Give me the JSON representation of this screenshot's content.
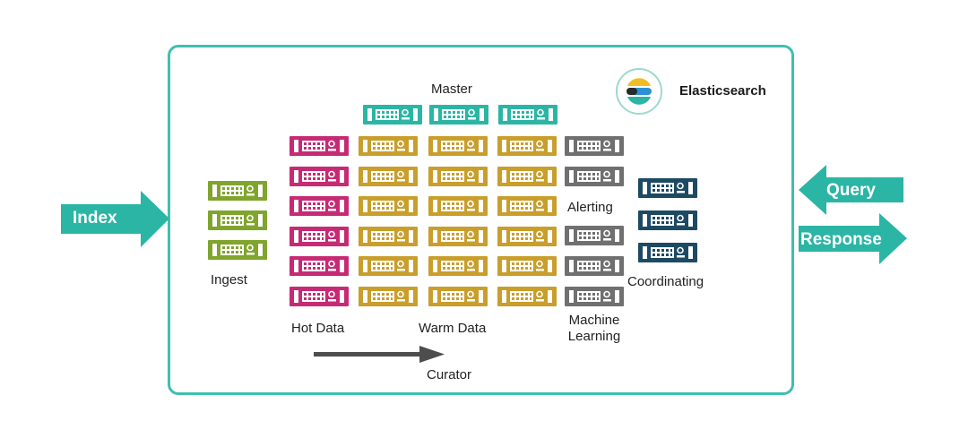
{
  "title": "Elasticsearch",
  "labels": {
    "master": "Master",
    "ingest": "Ingest",
    "hot_data": "Hot Data",
    "warm_data": "Warm Data",
    "curator": "Curator",
    "alerting": "Alerting",
    "machine_learning_line1": "Machine",
    "machine_learning_line2": "Learning",
    "coordinating": "Coordinating"
  },
  "arrows": {
    "index": "Index",
    "query": "Query",
    "response": "Response"
  },
  "colors": {
    "teal": "#2bb5a5",
    "frame": "#3ebfb0",
    "green": "#7fa52c",
    "magenta": "#c72a74",
    "gold": "#c99e2b",
    "gray": "#707070",
    "navy": "#1d4a63"
  },
  "icons": {
    "logo": "elasticsearch-logo-icon",
    "server": "server-icon"
  }
}
